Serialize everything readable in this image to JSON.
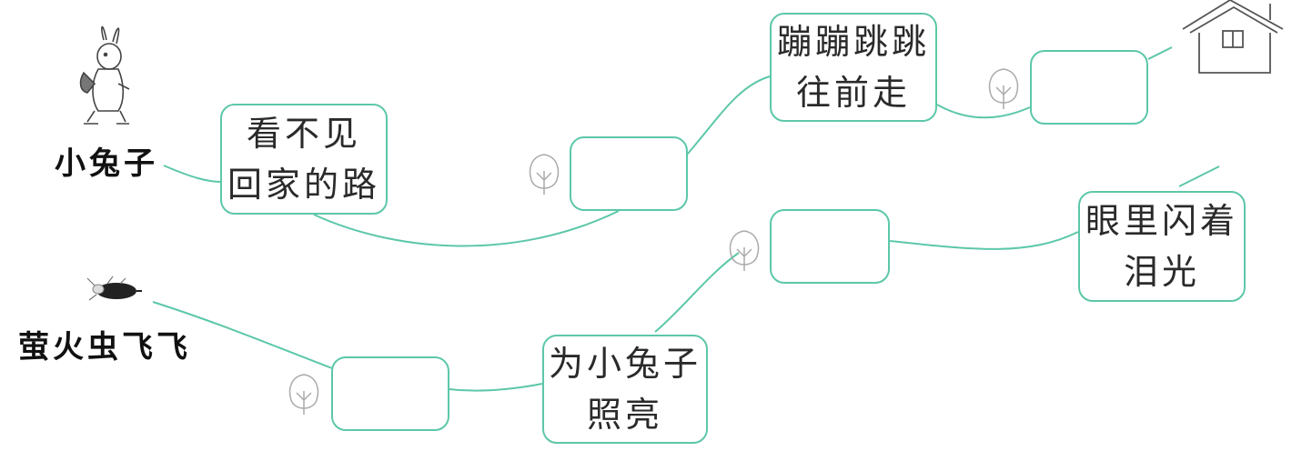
{
  "labels": {
    "rabbit": "小兔子",
    "firefly": "萤火虫飞飞"
  },
  "boxes": {
    "lost": [
      "看不见",
      "回家的路"
    ],
    "blank_mid": [],
    "hop": [
      "蹦蹦跳跳",
      "往前走"
    ],
    "blank_house": [],
    "tears": [
      "眼里闪着",
      "泪光"
    ],
    "blank_firefly": [],
    "blank_low": [],
    "light": [
      "为小兔子",
      "照亮"
    ]
  },
  "colors": {
    "connector": "#5cc7a9",
    "box_border": "#5cc7a9",
    "text": "#2a2a2a"
  },
  "icons": [
    "rabbit-illustration",
    "firefly-illustration",
    "house-illustration",
    "tree-icon"
  ]
}
